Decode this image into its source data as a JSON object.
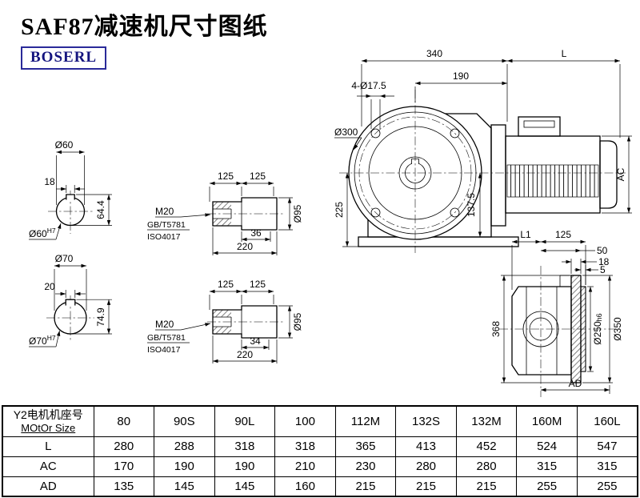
{
  "page": {
    "title": "SAF87减速机尺寸图纸",
    "logo": "BOSERL"
  },
  "shaft60": {
    "dia": "Ø60",
    "key_width": "18",
    "total_height": "64.4",
    "bore": "Ø60",
    "bore_tol": "H7"
  },
  "shaft70": {
    "dia": "Ø70",
    "key_width": "20",
    "total_height": "74.9",
    "bore": "Ø70",
    "bore_tol": "H7"
  },
  "shaft_top": {
    "len1": "125",
    "len2": "125",
    "thread": "M20",
    "std1": "GB/T5781",
    "std2": "ISO4017",
    "step_len": "36",
    "total_len": "220",
    "dia": "Ø95"
  },
  "shaft_bottom": {
    "len1": "125",
    "len2": "125",
    "thread": "M20",
    "std1": "GB/T5781",
    "std2": "ISO4017",
    "step_len": "34",
    "total_len": "220",
    "dia": "Ø95"
  },
  "front_view": {
    "width": "340",
    "motor_len": "L",
    "face_dist": "190",
    "bolt_holes": "4-Ø17.5",
    "flange_dia": "Ø300",
    "center_height": "225",
    "base_dim": "137.5",
    "motor_dia": "AC"
  },
  "side_view": {
    "dim_l1": "L1",
    "dim_125": "125",
    "dim_50": "50",
    "dim_18": "18",
    "dim_5": "5",
    "height": "368",
    "spigot_dia": "Ø250",
    "spigot_tol": "h6",
    "flange_dia": "Ø350",
    "motor_width": "AD"
  },
  "table": {
    "header_cn": "Y2电机机座号",
    "header_en": "MOtOr Size",
    "columns": [
      "80",
      "90S",
      "90L",
      "100",
      "112M",
      "132S",
      "132M",
      "160M",
      "160L"
    ],
    "rows": [
      {
        "label": "L",
        "values": [
          "280",
          "288",
          "318",
          "318",
          "365",
          "413",
          "452",
          "524",
          "547"
        ]
      },
      {
        "label": "AC",
        "values": [
          "170",
          "190",
          "190",
          "210",
          "230",
          "280",
          "280",
          "315",
          "315"
        ]
      },
      {
        "label": "AD",
        "values": [
          "135",
          "145",
          "145",
          "160",
          "215",
          "215",
          "215",
          "255",
          "255"
        ]
      }
    ]
  }
}
